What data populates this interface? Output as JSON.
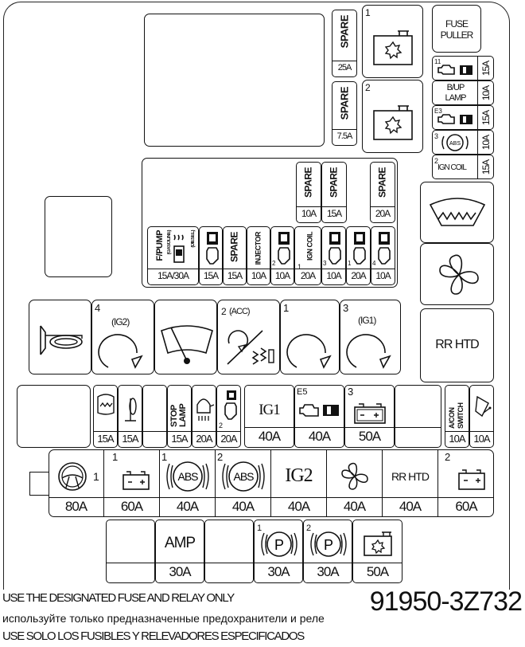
{
  "diagram": {
    "title": "Engine compartment fuse & relay box",
    "top_left_relays": [
      {
        "id": "spare-25a",
        "label": "SPARE",
        "amp": "25A"
      },
      {
        "id": "spare-7-5a",
        "label": "SPARE",
        "amp": "7.5A"
      }
    ],
    "top_relays": [
      {
        "number": "1",
        "icon": "engine-relay-icon"
      },
      {
        "number": "2",
        "icon": "engine-relay-icon"
      }
    ],
    "fuse_puller": {
      "label_line1": "FUSE",
      "label_line2": "PULLER"
    },
    "right_column_fuses": [
      {
        "prefix": "11",
        "icon": "engine-check-ecu-icon",
        "label": "",
        "amp": "15A"
      },
      {
        "prefix": "",
        "icon": "",
        "label_line1": "B/UP",
        "label_line2": "LAMP",
        "amp": "10A"
      },
      {
        "prefix": "E3",
        "icon": "engine-check-ecu-icon",
        "label": "",
        "amp": "15A"
      },
      {
        "prefix": "3",
        "icon": "abs-icon",
        "label": "ABS",
        "amp": "10A"
      },
      {
        "prefix": "2",
        "icon": "",
        "label": "IGN COIL",
        "amp": "15A"
      }
    ],
    "mini_fuse_top_row": [
      {
        "label": "SPARE",
        "amp": "10A"
      },
      {
        "label": "SPARE",
        "amp": "15A"
      },
      {
        "label": "SPARE",
        "amp": "20A"
      }
    ],
    "mini_fuse_row": [
      {
        "label": "F/PUMP",
        "sublabel": "(GASOLINE)",
        "extra": "(DIESEL)",
        "icon": "fuel-pump-heater-icon",
        "amp": "15A/30A"
      },
      {
        "label": "",
        "prefix": "",
        "icon": "ecu-engine-icon",
        "amp": "15A"
      },
      {
        "label": "SPARE",
        "amp": "15A"
      },
      {
        "label": "INJECTOR",
        "amp": "10A"
      },
      {
        "label": "",
        "prefix": "2",
        "icon": "ecu-engine-icon",
        "amp": "10A"
      },
      {
        "label": "IGN COIL",
        "prefix": "1",
        "amp": "20A"
      },
      {
        "label": "",
        "prefix": "3",
        "icon": "ecu-engine-icon",
        "amp": "10A"
      },
      {
        "label": "",
        "prefix": "1",
        "icon": "ecu-engine-icon",
        "amp": "20A"
      },
      {
        "label": "",
        "prefix": "4",
        "icon": "ecu-engine-icon",
        "amp": "10A"
      }
    ],
    "side_relays": [
      {
        "icon": "washer-icon"
      },
      {
        "icon": "blower-fan-icon"
      },
      {
        "label": "RR HTD"
      }
    ],
    "middle_relays": [
      {
        "number": "",
        "label": "",
        "icon": "horn-icon"
      },
      {
        "number": "4",
        "label": "(IG2)",
        "icon": "relay-arrow-icon"
      },
      {
        "number": "",
        "label": "",
        "icon": "wiper-icon"
      },
      {
        "number": "2",
        "label": "(ACC)",
        "icon": "acc-relay-icon"
      },
      {
        "number": "1",
        "label": "",
        "icon": "relay-arrow-icon"
      },
      {
        "number": "3",
        "label": "(IG1)",
        "icon": "relay-arrow-icon"
      }
    ],
    "mid_fuse_row": [
      {
        "icon": "washer-icon",
        "label": "",
        "amp": "15A"
      },
      {
        "icon": "horn-icon",
        "label": "",
        "amp": "15A"
      },
      {
        "icon": "",
        "label": "",
        "amp": ""
      },
      {
        "icon": "",
        "label": "STOP LAMP",
        "amp": "15A"
      },
      {
        "icon": "defroster-icon",
        "label": "",
        "amp": "20A"
      },
      {
        "icon": "ecu-engine-icon",
        "prefix": "2",
        "label": "",
        "amp": "20A"
      }
    ],
    "large_fuse_row1": [
      {
        "number": "",
        "label": "IG1",
        "icon": "",
        "amp": "40A"
      },
      {
        "number": "E5",
        "label": "",
        "icon": "engine-check-ecu-icon",
        "amp": "40A"
      },
      {
        "number": "3",
        "label": "",
        "icon": "battery-icon",
        "amp": "50A"
      },
      {
        "number": "",
        "label": "",
        "icon": "",
        "amp": ""
      }
    ],
    "small_right_fuses": [
      {
        "label": "A/CON SWITCH",
        "amp": "10A"
      },
      {
        "label": "",
        "icon": "mirror-heater-icon",
        "amp": "10A"
      }
    ],
    "large_fuse_row2": [
      {
        "number": "1",
        "label": "",
        "icon": "steering-wheel-icon",
        "amp": "80A"
      },
      {
        "number": "1",
        "label": "",
        "icon": "battery-icon",
        "amp": "60A"
      },
      {
        "number": "1",
        "label": "ABS",
        "icon": "abs-icon",
        "amp": "40A"
      },
      {
        "number": "2",
        "label": "ABS",
        "icon": "abs-icon",
        "amp": "40A"
      },
      {
        "number": "",
        "label": "IG2",
        "icon": "",
        "amp": "40A"
      },
      {
        "number": "",
        "label": "",
        "icon": "blower-fan-icon",
        "amp": "40A"
      },
      {
        "number": "",
        "label": "RR HTD",
        "icon": "",
        "amp": "40A"
      },
      {
        "number": "2",
        "label": "",
        "icon": "battery-icon",
        "amp": "60A"
      }
    ],
    "large_fuse_row3": [
      {
        "number": "",
        "label": "",
        "icon": "",
        "amp": ""
      },
      {
        "number": "",
        "label": "AMP",
        "icon": "",
        "amp": "30A"
      },
      {
        "number": "",
        "label": "",
        "icon": "",
        "amp": ""
      },
      {
        "number": "1",
        "label": "P",
        "icon": "parking-brake-icon",
        "amp": "30A"
      },
      {
        "number": "2",
        "label": "P",
        "icon": "parking-brake-icon",
        "amp": "30A"
      },
      {
        "number": "",
        "label": "",
        "icon": "engine-relay-icon",
        "amp": "50A"
      }
    ]
  },
  "footer": {
    "line_en": "USE THE DESIGNATED FUSE AND RELAY ONLY",
    "line_ru": "используйте только предназначенные предохранители и реле",
    "line_es": "USE SOLO LOS FUSIBLES Y RELEVADORES ESPECIFICADOS",
    "part_number": "91950-3Z732"
  },
  "colors": {
    "line": "#111111",
    "background": "#ffffff"
  }
}
